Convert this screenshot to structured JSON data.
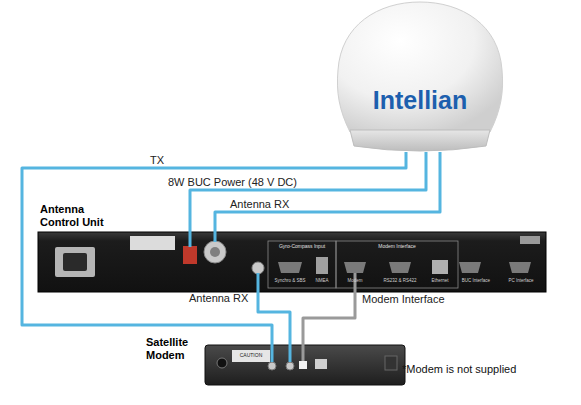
{
  "diagram": {
    "nodes": [
      {
        "text": [
          "Intellian"
        ]
      },
      {
        "text": [
          "Antenna Control Unit"
        ]
      },
      {
        "text": [
          "Satellite Modem"
        ]
      }
    ],
    "edges": [
      {
        "from": 0,
        "to": 2,
        "label": "TX",
        "arrow": "none"
      },
      {
        "from": 1,
        "to": 0,
        "label": "8W BUC Power (48 V DC)",
        "arrow": "none"
      },
      {
        "from": 0,
        "to": 1,
        "label": "Antenna RX",
        "arrow": "none"
      },
      {
        "from": 1,
        "to": 2,
        "label": "Antenna RX",
        "arrow": "none"
      },
      {
        "from": 1,
        "to": 2,
        "label": "Modem Interface",
        "arrow": "none"
      }
    ],
    "labels": [
      "Gyro-Compass Input",
      "Synchro & SBS",
      "NMEA",
      "Modem Interface",
      "Modem",
      "RS232 & RS422",
      "Ethernet",
      "BUC Interface",
      "PC Interface",
      "CAUTION",
      "*Modem is not supplied"
    ]
  }
}
